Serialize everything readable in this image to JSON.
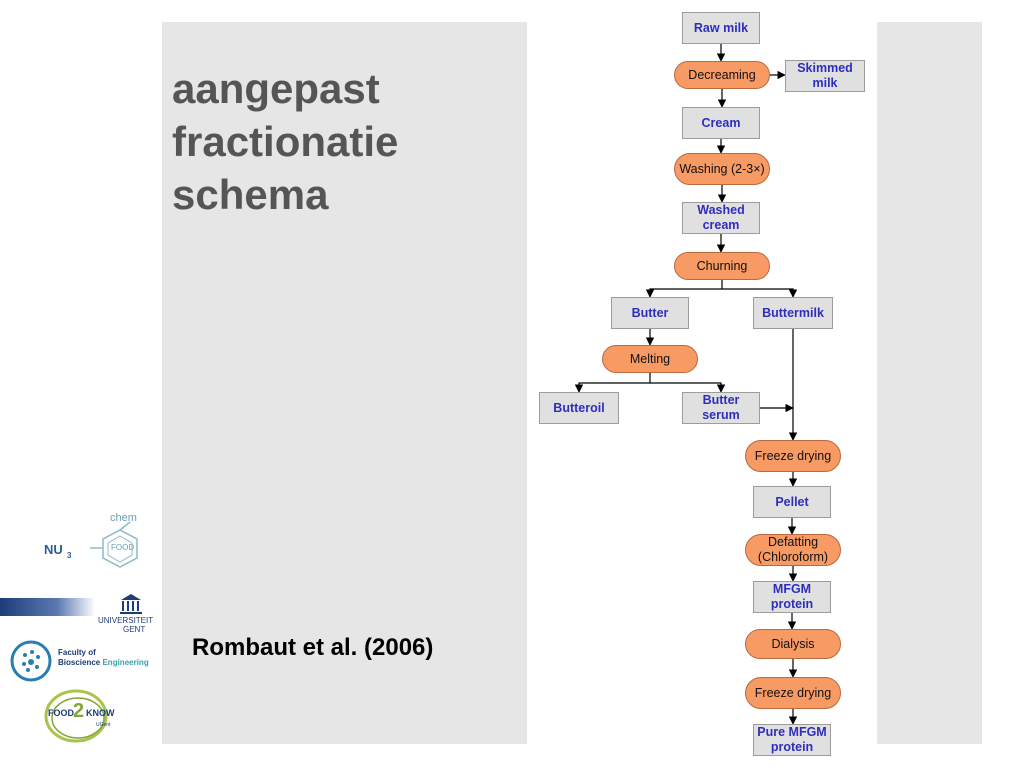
{
  "slide": {
    "title_lines": [
      "aangepast",
      "fractionatie",
      "schema"
    ],
    "citation": "Rombaut et al. (2006)"
  },
  "flowchart": {
    "nodes": {
      "raw_milk": {
        "label": "Raw milk",
        "kind": "product"
      },
      "decreaming": {
        "label": "Decreaming",
        "kind": "process"
      },
      "skimmed_milk": {
        "label": "Skimmed milk",
        "kind": "product"
      },
      "cream": {
        "label": "Cream",
        "kind": "product"
      },
      "washing": {
        "label": "Washing (2-3×)",
        "kind": "process"
      },
      "washed_cream": {
        "label": "Washed cream",
        "kind": "product"
      },
      "churning": {
        "label": "Churning",
        "kind": "process"
      },
      "butter": {
        "label": "Butter",
        "kind": "product"
      },
      "buttermilk": {
        "label": "Buttermilk",
        "kind": "product"
      },
      "melting": {
        "label": "Melting",
        "kind": "process"
      },
      "butteroil": {
        "label": "Butteroil",
        "kind": "product"
      },
      "butter_serum": {
        "label": "Butter serum",
        "kind": "product"
      },
      "freeze_drying_1": {
        "label": "Freeze drying",
        "kind": "process"
      },
      "pellet": {
        "label": "Pellet",
        "kind": "product"
      },
      "defatting": {
        "label": "Defatting (Chloroform)",
        "kind": "process"
      },
      "mfgm_protein": {
        "label": "MFGM protein",
        "kind": "product"
      },
      "dialysis": {
        "label": "Dialysis",
        "kind": "process"
      },
      "freeze_drying_2": {
        "label": "Freeze drying",
        "kind": "process"
      },
      "pure_mfgm_protein": {
        "label": "Pure MFGM protein",
        "kind": "product"
      }
    },
    "edges": [
      [
        "raw_milk",
        "decreaming"
      ],
      [
        "decreaming",
        "skimmed_milk"
      ],
      [
        "decreaming",
        "cream"
      ],
      [
        "cream",
        "washing"
      ],
      [
        "washing",
        "washed_cream"
      ],
      [
        "washed_cream",
        "churning"
      ],
      [
        "churning",
        "butter"
      ],
      [
        "churning",
        "buttermilk"
      ],
      [
        "butter",
        "melting"
      ],
      [
        "melting",
        "butteroil"
      ],
      [
        "melting",
        "butter_serum"
      ],
      [
        "butter_serum",
        "freeze_drying_1"
      ],
      [
        "buttermilk",
        "freeze_drying_1"
      ],
      [
        "freeze_drying_1",
        "pellet"
      ],
      [
        "pellet",
        "defatting"
      ],
      [
        "defatting",
        "mfgm_protein"
      ],
      [
        "mfgm_protein",
        "dialysis"
      ],
      [
        "dialysis",
        "freeze_drying_2"
      ],
      [
        "freeze_drying_2",
        "pure_mfgm_protein"
      ]
    ]
  },
  "logos": {
    "nu3": {
      "main": "NU",
      "sub": "3",
      "chem": "chem",
      "food": "FOOD"
    },
    "ugent": {
      "line1": "UNIVERSITEIT",
      "line2": "GENT"
    },
    "faculty": {
      "line1": "Faculty of",
      "line2a": "Bioscience",
      "line2b": " Engineering"
    },
    "food2know": {
      "left": "FOOD",
      "mid": "2",
      "right": "KNOW",
      "sub": "UGent"
    }
  },
  "colors": {
    "panel": "#e6e6e6",
    "title": "#555555",
    "product_fill": "#e0e0e0",
    "product_text": "#2e2ebe",
    "process_fill": "#f79a63",
    "edge": "#000000"
  }
}
